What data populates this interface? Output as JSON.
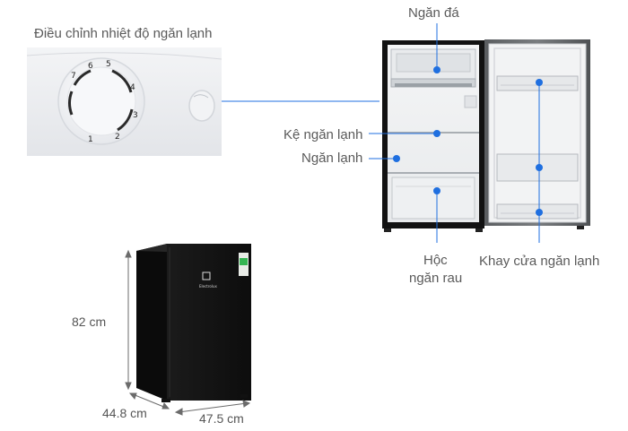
{
  "labels": {
    "thermostat": "Điều chỉnh nhiệt độ ngăn lạnh",
    "freezer": "Ngăn đá",
    "shelf": "Kệ ngăn lạnh",
    "fridge": "Ngăn lạnh",
    "crisper_line1": "Hộc",
    "crisper_line2": "ngăn rau",
    "door_tray": "Khay cửa ngăn lạnh"
  },
  "dimensions": {
    "height": "82 cm",
    "depth": "44.8 cm",
    "width": "47.5 cm"
  },
  "dial": {
    "numbers": [
      "1",
      "2",
      "3",
      "4",
      "5",
      "6",
      "7"
    ]
  },
  "brand": {
    "name": "Electrolux"
  },
  "colors": {
    "accent": "#1f6fe0",
    "fridge_body": "#141414",
    "label_text": "#5a5a5a"
  }
}
